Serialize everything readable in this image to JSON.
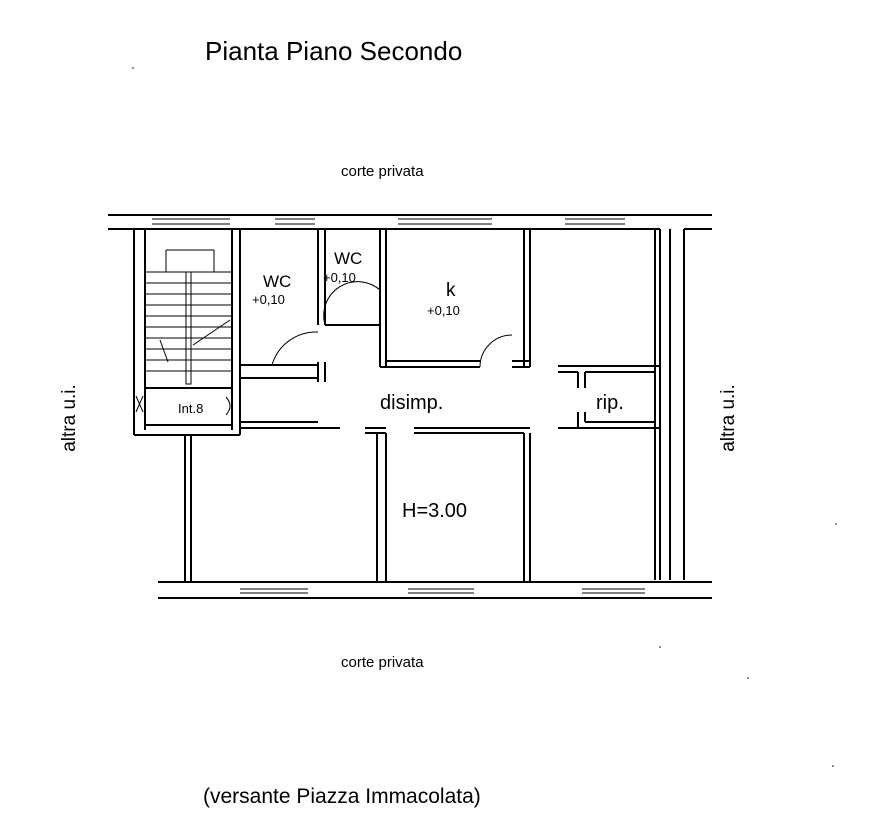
{
  "title": "Pianta Piano Secondo",
  "yard_top": "corte privata",
  "yard_bottom": "corte privata",
  "adjacent_left": "altra u.i.",
  "adjacent_right": "altra u.i.",
  "footer": "(versante Piazza Immacolata)",
  "rooms": {
    "wc1": {
      "name": "WC",
      "level": "+0,10"
    },
    "wc2": {
      "name": "WC",
      "level": "+0,10"
    },
    "kitchen": {
      "name": "k",
      "level": "+0,10"
    },
    "hall": {
      "name": "disimp."
    },
    "storage": {
      "name": "rip."
    },
    "stair_unit": {
      "name": "Int.8"
    }
  },
  "height_note": "H=3.00"
}
